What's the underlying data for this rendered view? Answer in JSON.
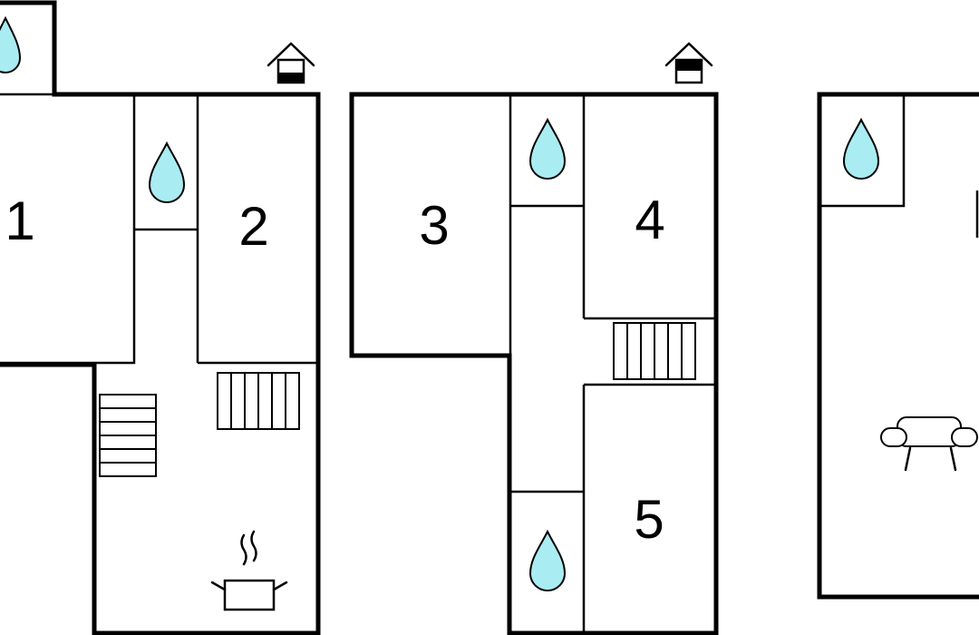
{
  "rooms": {
    "r1": "1",
    "r2": "2",
    "r3": "3",
    "r4": "4",
    "r5": "5"
  },
  "icons": {
    "bathroom": "water-drop-icon",
    "stairs": "stairs-icon",
    "kitchen": "cooking-pot-icon",
    "living": "sofa-icon",
    "entrance": "house-entrance-icon"
  },
  "colors": {
    "water": "#a9ecf2",
    "walls": "#000000"
  }
}
